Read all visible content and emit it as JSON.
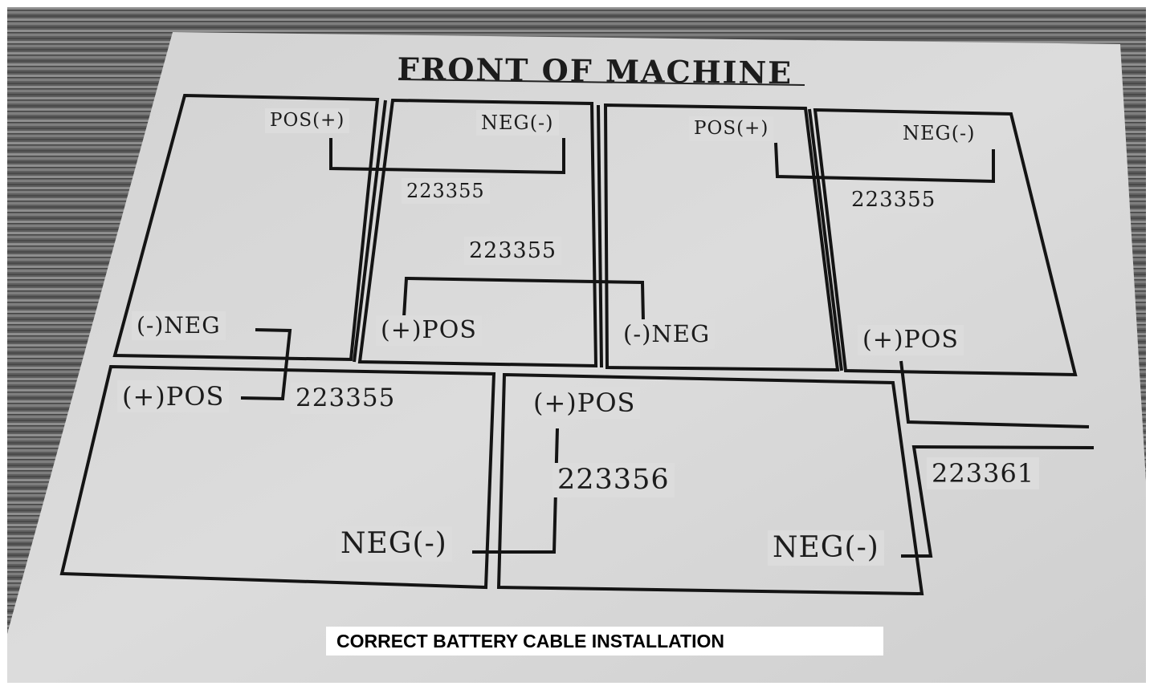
{
  "title": "FRONT OF MACHINE",
  "caption": "CORRECT BATTERY CABLE INSTALLATION",
  "labels": {
    "b1_pos": "POS(+)",
    "b1_neg": "(-)NEG",
    "b2_neg": "NEG(-)",
    "b2_pos": "(+)POS",
    "b3_pos": "POS(+)",
    "b3_neg": "(-)NEG",
    "b4_neg": "NEG(-)",
    "b4_pos": "(+)POS",
    "b5_pos": "(+)POS",
    "b5_neg": "NEG(-)",
    "b6_pos": "(+)POS",
    "b6_neg": "NEG(-)"
  },
  "cables": {
    "c1": "223355",
    "c2": "223355",
    "c3": "223355",
    "c4": "223355",
    "c5": "223356",
    "c6": "223361"
  },
  "colors": {
    "wood_dark": "#4f4f4f",
    "wood_light": "#8a8a8a",
    "paper": "#d9d9d9",
    "lines": "#141414",
    "label_bg": "#dcdcdc",
    "caption_bg": "#ffffff"
  }
}
